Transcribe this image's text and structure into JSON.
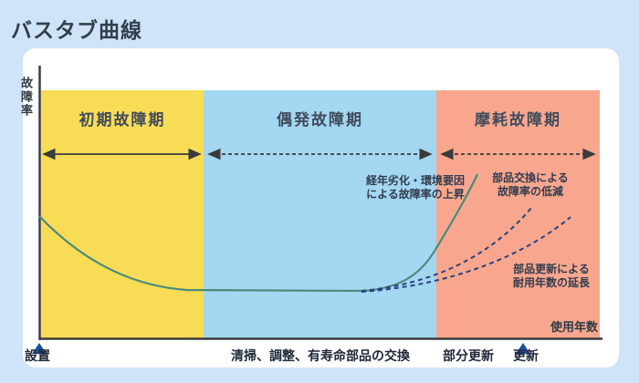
{
  "page": {
    "title": "バスタブ曲線"
  },
  "colors": {
    "background": "#cfe4f8",
    "card": "#ffffff",
    "region_initial": "#f9dc55",
    "region_random": "#a3d7f2",
    "region_wearout": "#f8a78e",
    "axis": "#3b3b3b",
    "arrow": "#3b3b3b",
    "curve_solid": "#4a8b7c",
    "curve_dashed": "#28427e",
    "marker": "#1c4f9c",
    "title_text": "#333f4d"
  },
  "chart": {
    "y_axis_label": "故障率",
    "x_axis_label": "使用年数",
    "regions": [
      {
        "label": "初期故障期",
        "arrow": "solid"
      },
      {
        "label": "偶発故障期",
        "arrow": "dashed"
      },
      {
        "label": "摩耗故障期",
        "arrow": "dashed"
      }
    ],
    "curves": [
      {
        "name": "failure-rate-curve",
        "style": "solid"
      },
      {
        "name": "parts-replacement-curve",
        "style": "dashed"
      },
      {
        "name": "parts-renewal-curve",
        "style": "dashed"
      }
    ],
    "annotations": [
      {
        "line1": "経年劣化・環境要因",
        "line2": "による故障率の上昇"
      },
      {
        "line1": "部品交換による",
        "line2": "故障率の低減"
      },
      {
        "line1": "部品更新による",
        "line2": "耐用年数の延長"
      }
    ],
    "milestones": [
      {
        "label": "設置",
        "marker": true
      },
      {
        "label": "清掃、調整、有寿命部品の交換",
        "marker": false
      },
      {
        "label": "部分更新",
        "marker": false
      },
      {
        "label": "更新",
        "marker": true
      }
    ]
  }
}
